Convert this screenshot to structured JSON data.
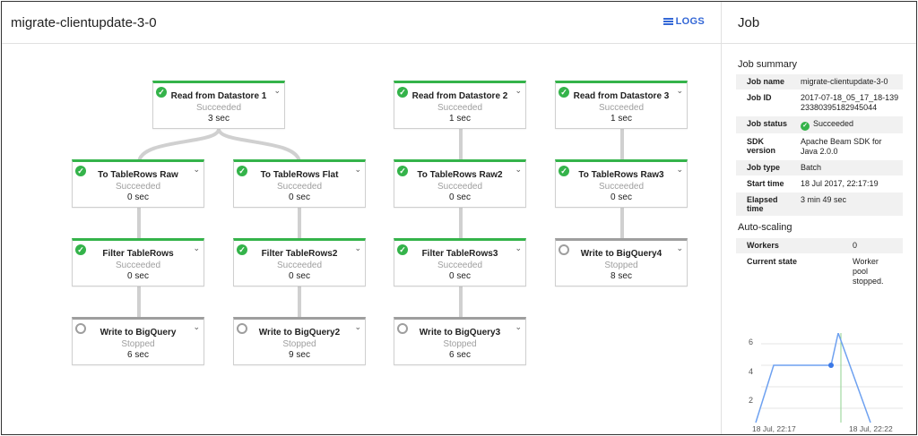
{
  "header": {
    "title": "migrate-clientupdate-3-0",
    "logs_label": "LOGS"
  },
  "side": {
    "title": "Job",
    "summary_title": "Job summary",
    "summary": [
      {
        "key": "Job name",
        "value": "migrate-clientupdate-3-0"
      },
      {
        "key": "Job ID",
        "value": "2017-07-18_05_17_18-13923380395182945044"
      },
      {
        "key": "Job status",
        "value": "Succeeded"
      },
      {
        "key": "SDK version",
        "value": "Apache Beam SDK for Java 2.0.0"
      },
      {
        "key": "Job type",
        "value": "Batch"
      },
      {
        "key": "Start time",
        "value": "18 Jul 2017, 22:17:19"
      },
      {
        "key": "Elapsed time",
        "value": "3 min 49 sec"
      }
    ],
    "autoscaling_title": "Auto-scaling",
    "autoscaling": [
      {
        "key": "Workers",
        "value": "0"
      },
      {
        "key": "Current state",
        "value": "Worker pool stopped."
      }
    ],
    "chart": {
      "y_ticks": [
        "6",
        "4",
        "2"
      ],
      "x_labels": [
        "18 Jul, 22:17",
        "18 Jul, 22:22"
      ],
      "line_color": "#6ea1f0"
    }
  },
  "nodes": [
    {
      "id": "n1",
      "name": "Read from Datastore 1",
      "state": "Succeeded",
      "time": "3 sec",
      "status": "succeeded"
    },
    {
      "id": "n2",
      "name": "Read from Datastore 2",
      "state": "Succeeded",
      "time": "1 sec",
      "status": "succeeded"
    },
    {
      "id": "n3",
      "name": "Read from Datastore 3",
      "state": "Succeeded",
      "time": "1 sec",
      "status": "succeeded"
    },
    {
      "id": "n4",
      "name": "To TableRows Raw",
      "state": "Succeeded",
      "time": "0 sec",
      "status": "succeeded"
    },
    {
      "id": "n5",
      "name": "To TableRows Flat",
      "state": "Succeeded",
      "time": "0 sec",
      "status": "succeeded"
    },
    {
      "id": "n6",
      "name": "To TableRows Raw2",
      "state": "Succeeded",
      "time": "0 sec",
      "status": "succeeded"
    },
    {
      "id": "n7",
      "name": "To TableRows Raw3",
      "state": "Succeeded",
      "time": "0 sec",
      "status": "succeeded"
    },
    {
      "id": "n8",
      "name": "Filter TableRows",
      "state": "Succeeded",
      "time": "0 sec",
      "status": "succeeded"
    },
    {
      "id": "n9",
      "name": "Filter TableRows2",
      "state": "Succeeded",
      "time": "0 sec",
      "status": "succeeded"
    },
    {
      "id": "n10",
      "name": "Filter TableRows3",
      "state": "Succeeded",
      "time": "0 sec",
      "status": "succeeded"
    },
    {
      "id": "n11",
      "name": "Write to BigQuery4",
      "state": "Stopped",
      "time": "8 sec",
      "status": "stopped"
    },
    {
      "id": "n12",
      "name": "Write to BigQuery",
      "state": "Stopped",
      "time": "6 sec",
      "status": "stopped"
    },
    {
      "id": "n13",
      "name": "Write to BigQuery2",
      "state": "Stopped",
      "time": "9 sec",
      "status": "stopped"
    },
    {
      "id": "n14",
      "name": "Write to BigQuery3",
      "state": "Stopped",
      "time": "6 sec",
      "status": "stopped"
    }
  ],
  "colors": {
    "succeeded": "#34b34a",
    "stopped": "#9e9e9e",
    "accent": "#3367d6",
    "edge": "#d0d0d0"
  }
}
